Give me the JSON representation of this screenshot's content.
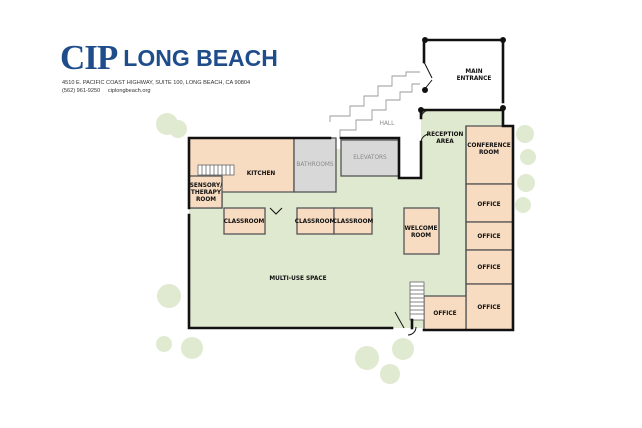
{
  "header": {
    "logo_primary": "CIP",
    "logo_secondary": "LONG BEACH",
    "address": "4510 E. PACIFIC COAST HIGHWAY, SUITE 100, LONG BEACH, CA 90804",
    "phone": "(562) 961-9250",
    "website": "ciplongbeach.org"
  },
  "rooms": {
    "main_entrance": [
      "MAIN",
      "ENTRANCE"
    ],
    "hall": "HALL",
    "reception": [
      "RECEPTION",
      "AREA"
    ],
    "conference": [
      "CONFERENCE",
      "ROOM"
    ],
    "bathrooms": "BATHROOMS",
    "elevators": "ELEVATORS",
    "kitchen": "KITCHEN",
    "sensory": [
      "SENSORY/",
      "THERAPY",
      "ROOM"
    ],
    "classroom_1": "CLASSROOM",
    "classroom_2": "CLASSROOM",
    "classroom_3": "CLASSROOM",
    "welcome": [
      "WELCOME",
      "ROOM"
    ],
    "office_1": "OFFICE",
    "office_2": "OFFICE",
    "office_3": "OFFICE",
    "office_4": "OFFICE",
    "office_5": "OFFICE",
    "multi_use": "MULTI-USE SPACE"
  },
  "colors": {
    "brand": "#1f4d8c",
    "floor": "#dfe9cf",
    "room": "#f7dcc2",
    "service": "#d8d8d8",
    "tree": "#e0ead0",
    "wall": "#111111"
  }
}
